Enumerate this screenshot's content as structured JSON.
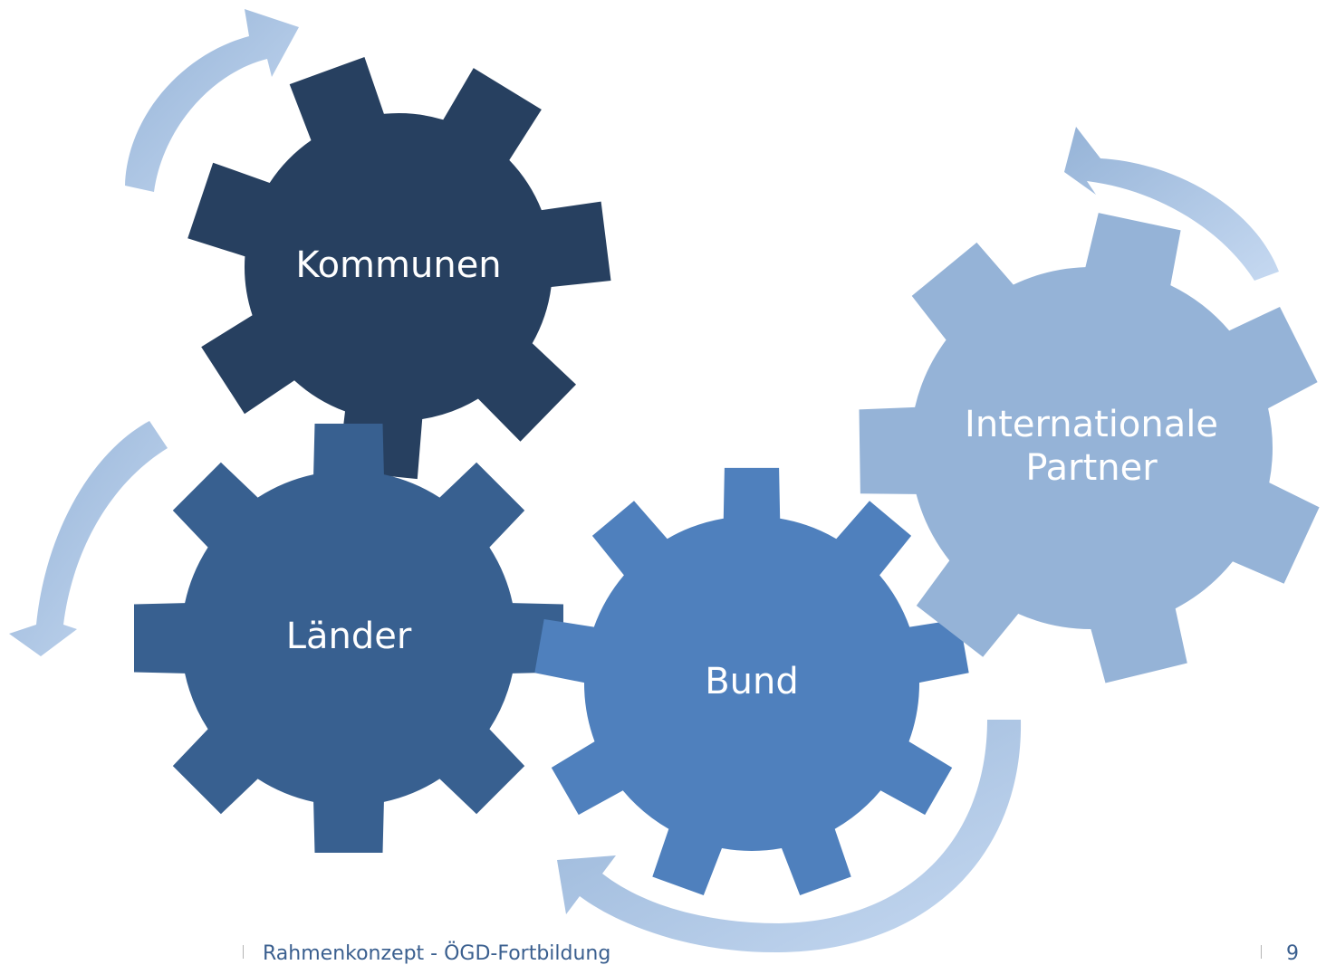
{
  "gears": [
    {
      "id": "kommunen",
      "lines": [
        "Kommunen"
      ],
      "color": "#274060"
    },
    {
      "id": "laender",
      "lines": [
        "Länder"
      ],
      "color": "#386090"
    },
    {
      "id": "bund",
      "lines": [
        "Bund"
      ],
      "color": "#4f80bd"
    },
    {
      "id": "internationale-partner",
      "lines": [
        "Internationale",
        "Partner"
      ],
      "color": "#95b3d7"
    }
  ],
  "arrow_color_start": "#95b3d7",
  "arrow_color_end": "#c6d9f1",
  "footer": {
    "text": "Rahmenkonzept - ÖGD-Fortbildung",
    "page_number": "9"
  }
}
